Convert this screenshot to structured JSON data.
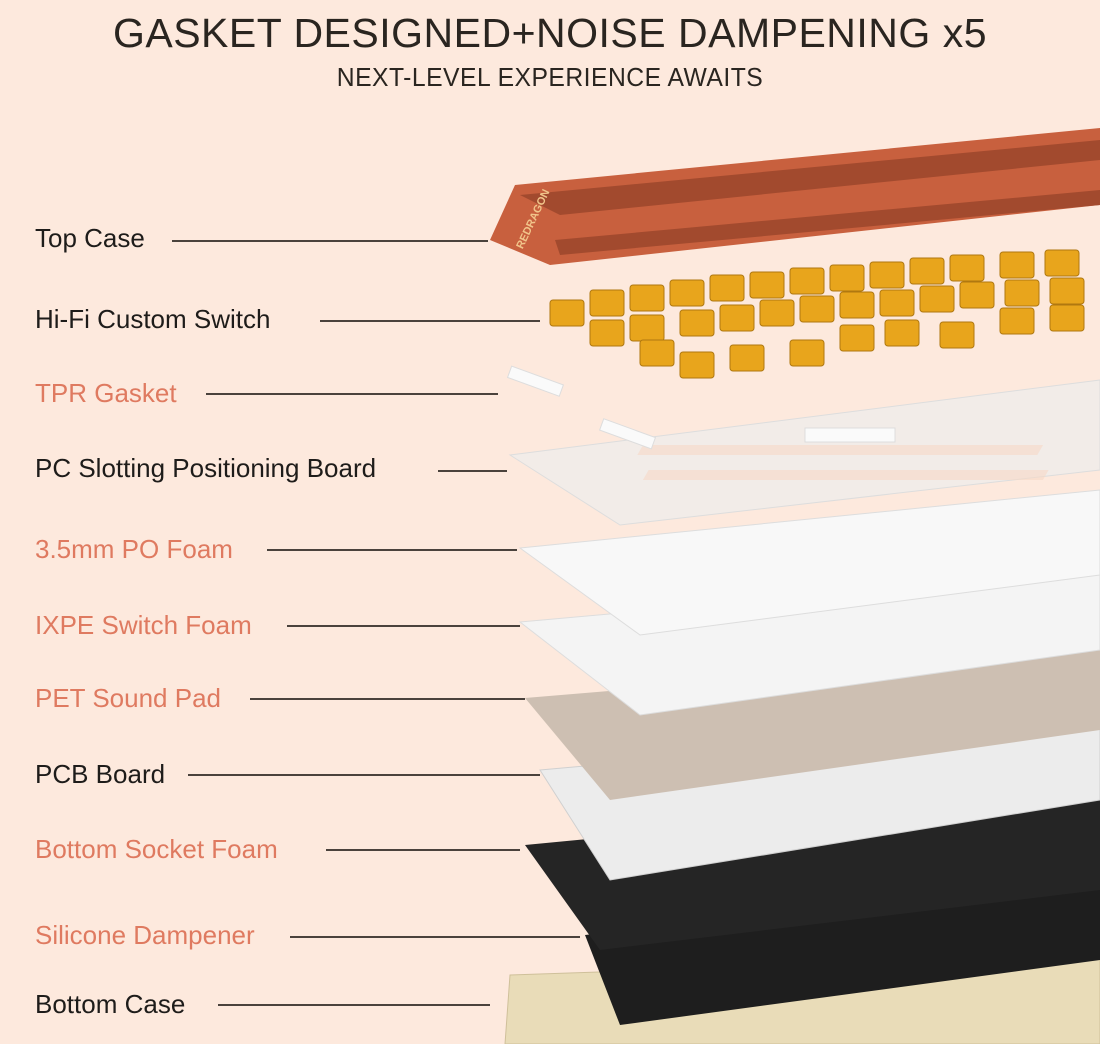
{
  "header": {
    "title": "GASKET DESIGNED+NOISE DAMPENING x5",
    "subtitle": "NEXT-LEVEL EXPERIENCE AWAITS"
  },
  "colors": {
    "background": "#fde9dd",
    "dark_label": "#1e1c1a",
    "accent_label": "#df7a60",
    "top_case": "#c8603e",
    "switch": "#e8a51c",
    "bottom_case": "#e9dcb8"
  },
  "logo_text": "REDRAGON",
  "layers": [
    {
      "label": "Top Case",
      "style": "dark"
    },
    {
      "label": "Hi-Fi Custom Switch",
      "style": "dark"
    },
    {
      "label": "TPR Gasket",
      "style": "accent"
    },
    {
      "label": "PC Slotting Positioning Board",
      "style": "dark"
    },
    {
      "label": "3.5mm PO Foam",
      "style": "accent"
    },
    {
      "label": "IXPE Switch Foam",
      "style": "accent"
    },
    {
      "label": "PET Sound Pad",
      "style": "accent"
    },
    {
      "label": "PCB Board",
      "style": "dark"
    },
    {
      "label": "Bottom Socket Foam",
      "style": "accent"
    },
    {
      "label": "Silicone Dampener",
      "style": "accent"
    },
    {
      "label": "Bottom Case",
      "style": "dark"
    }
  ]
}
